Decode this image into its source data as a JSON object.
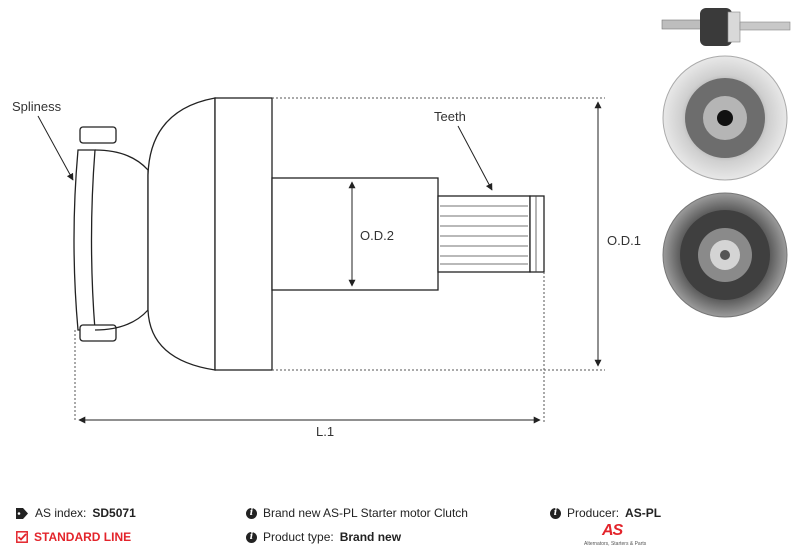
{
  "diagram": {
    "labels": {
      "spliness": "Spliness",
      "teeth": "Teeth",
      "od2": "O.D.2",
      "od1": "O.D.1",
      "l1": "L.1"
    }
  },
  "footer": {
    "as_index_label": "AS index:",
    "as_index_value": "SD5071",
    "line_label": "STANDARD LINE",
    "description": "Brand new AS-PL Starter motor Clutch",
    "product_type_label": "Product type:",
    "product_type_value": "Brand new",
    "producer_label": "Producer:",
    "producer_value": "AS-PL",
    "logo_text": "AS",
    "logo_sub": "Alternators, Starters & Parts"
  },
  "colors": {
    "accent": "#e3242b",
    "line": "#222222",
    "dim_dotted": "#555555"
  },
  "icons": [
    "tag-icon",
    "check-square-icon",
    "info-icon"
  ]
}
